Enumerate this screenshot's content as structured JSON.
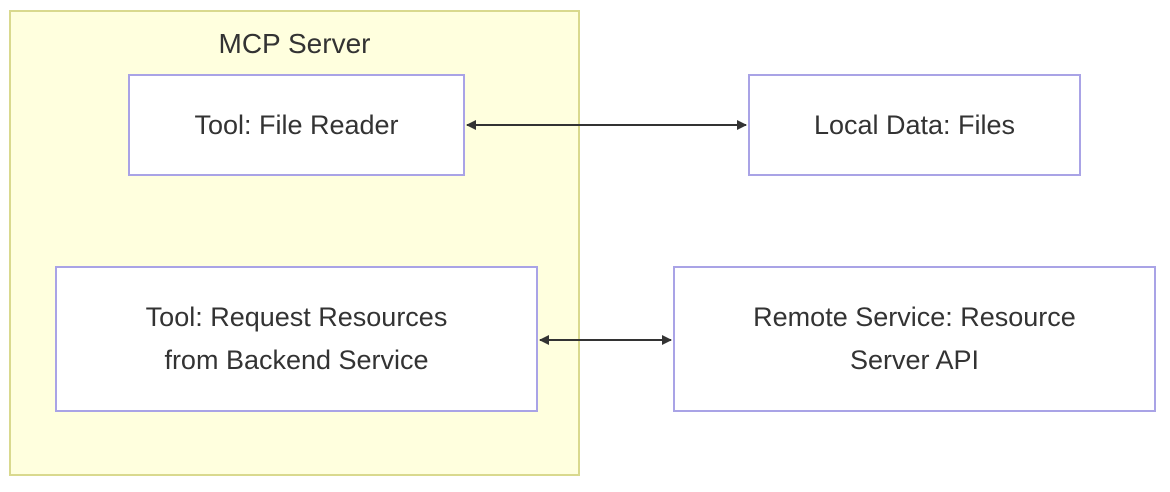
{
  "colors": {
    "cluster_fill": "#ffffde",
    "cluster_border": "#d9d98e",
    "node_fill": "#ffffff",
    "node_border": "#a9a3e6",
    "edge": "#333333",
    "text": "#333333"
  },
  "cluster": {
    "title": "MCP Server"
  },
  "nodes": {
    "file_reader": {
      "label": "Tool: File Reader"
    },
    "local_data": {
      "label": "Local Data: Files"
    },
    "request_resources": {
      "line1": "Tool: Request Resources",
      "line2": "from Backend Service"
    },
    "remote_service": {
      "line1": "Remote Service: Resource",
      "line2": "Server API"
    }
  },
  "edges": [
    {
      "from": "file_reader",
      "to": "local_data",
      "direction": "both"
    },
    {
      "from": "request_resources",
      "to": "remote_service",
      "direction": "both"
    }
  ]
}
